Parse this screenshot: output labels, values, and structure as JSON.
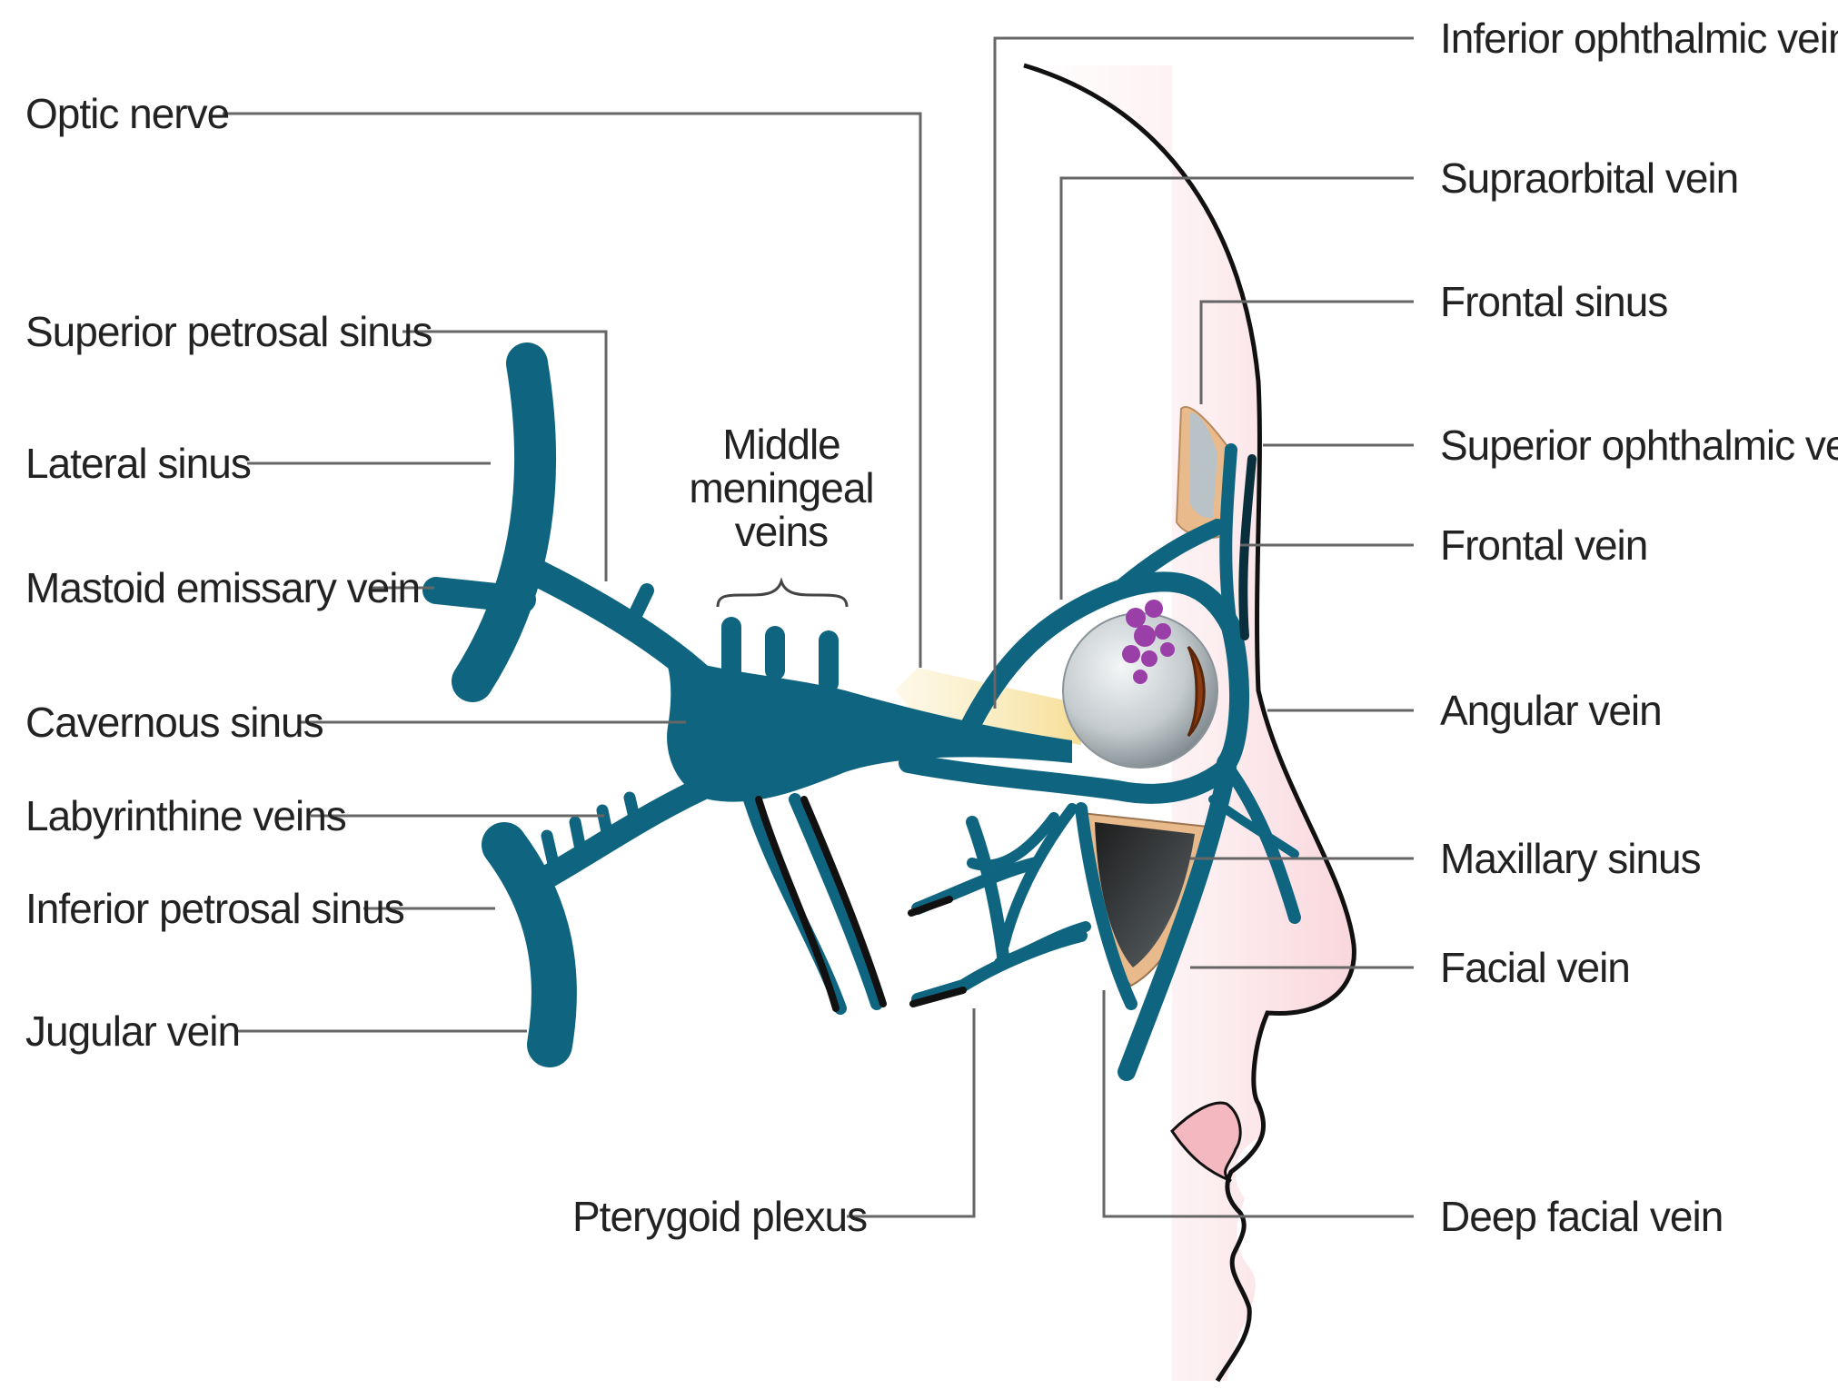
{
  "colors": {
    "vein": "#0f6580",
    "vein_dark": "#0a4d63",
    "skin": "#fde8ea",
    "skin_edge": "#f4b8c0",
    "nerve": "#f6e2a0",
    "sinus_tan": "#e8b98a",
    "sinus_dark": "#2b2b2b",
    "eye": "#c9cfd2",
    "leader": "#555555",
    "outline": "#111111"
  },
  "labels": {
    "optic_nerve": "Optic nerve",
    "superior_petrosal_sinus": "Superior petrosal sinus",
    "lateral_sinus": "Lateral sinus",
    "mastoid_emissary_vein": "Mastoid emissary vein",
    "cavernous_sinus": "Cavernous sinus",
    "labyrinthine_veins": "Labyrinthine veins",
    "inferior_petrosal_sinus": "Inferior petrosal sinus",
    "jugular_vein": "Jugular vein",
    "middle_meningeal_veins": [
      "Middle",
      "meningeal",
      "veins"
    ],
    "pterygoid_plexus": "Pterygoid plexus",
    "inferior_ophthalmic_vein": "Inferior ophthalmic vein",
    "supraorbital_vein": "Supraorbital vein",
    "frontal_sinus": "Frontal sinus",
    "superior_ophthalmic_vein": "Superior ophthalmic vein",
    "frontal_vein": "Frontal vein",
    "angular_vein": "Angular vein",
    "maxillary_sinus": "Maxillary sinus",
    "facial_vein": "Facial vein",
    "deep_facial_vein": "Deep facial vein"
  }
}
